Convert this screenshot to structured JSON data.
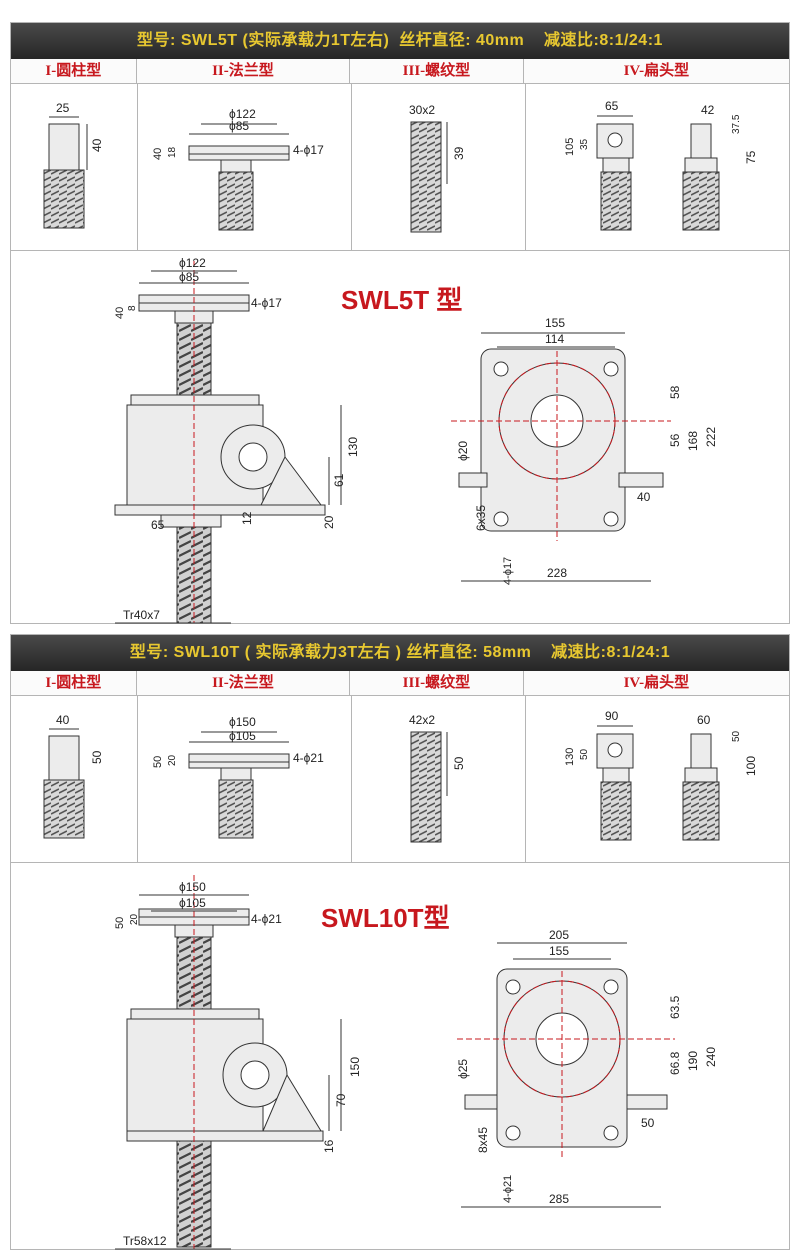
{
  "sections": [
    {
      "header": "型号: SWL5T (实际承载力1T左右)  丝杆直径: 40mm    减速比:8:1/24:1",
      "types": [
        "I-圆柱型",
        "II-法兰型",
        "III-螺纹型",
        "IV-扁头型"
      ],
      "thumb_labels": {
        "cyl_w": "25",
        "cyl_h": "40",
        "flange_outer": "ϕ122",
        "flange_inner": "ϕ85",
        "flange_holes": "4-ϕ17",
        "flange_h": "40",
        "flange_t": "18",
        "thread_spec": "30x2",
        "thread_h": "39",
        "flat_w": "65",
        "flat_a": "105",
        "flat_b": "35",
        "flat_side_w": "42",
        "flat_side_a": "37.5",
        "flat_side_b": "75"
      },
      "title": "SWL5T 型",
      "drawing": {
        "flange_outer": "ϕ122",
        "flange_inner": "ϕ85",
        "flange_holes": "4-ϕ17",
        "flange_h": "40",
        "flange_t": "8",
        "body_h": "130",
        "shaft_h": "61",
        "base_h": "20",
        "bottom_w": "65",
        "bottom_t": "12",
        "thread": "Tr40x7",
        "top_w_outer": "155",
        "top_w_inner": "114",
        "dim_58": "58",
        "dim_56": "56",
        "dim_168": "168",
        "dim_222": "222",
        "shaft_d": "ϕ20",
        "dim_40": "40",
        "key": "6x35",
        "base_holes": "4-ϕ17",
        "base_w": "228"
      }
    },
    {
      "header": "型号: SWL10T ( 实际承载力3T左右 ) 丝杆直径: 58mm    减速比:8:1/24:1",
      "types": [
        "I-圆柱型",
        "II-法兰型",
        "III-螺纹型",
        "IV-扁头型"
      ],
      "thumb_labels": {
        "cyl_w": "40",
        "cyl_h": "50",
        "flange_outer": "ϕ150",
        "flange_inner": "ϕ105",
        "flange_holes": "4-ϕ21",
        "flange_h": "50",
        "flange_t": "20",
        "thread_spec": "42x2",
        "thread_h": "50",
        "flat_w": "90",
        "flat_a": "130",
        "flat_b": "50",
        "flat_side_w": "60",
        "flat_side_a": "50",
        "flat_side_b": "100"
      },
      "title": "SWL10T型",
      "drawing": {
        "flange_outer": "ϕ150",
        "flange_inner": "ϕ105",
        "flange_holes": "4-ϕ21",
        "flange_h": "50",
        "flange_t": "20",
        "body_h": "150",
        "shaft_h": "70",
        "base_h": "16",
        "thread": "Tr58x12",
        "top_w_outer": "205",
        "top_w_inner": "155",
        "dim_58": "63.5",
        "dim_56": "66.8",
        "dim_168": "190",
        "dim_222": "240",
        "shaft_d": "ϕ25",
        "dim_40": "50",
        "key": "8x45",
        "base_holes": "4-ϕ21",
        "base_w": "285"
      }
    }
  ]
}
